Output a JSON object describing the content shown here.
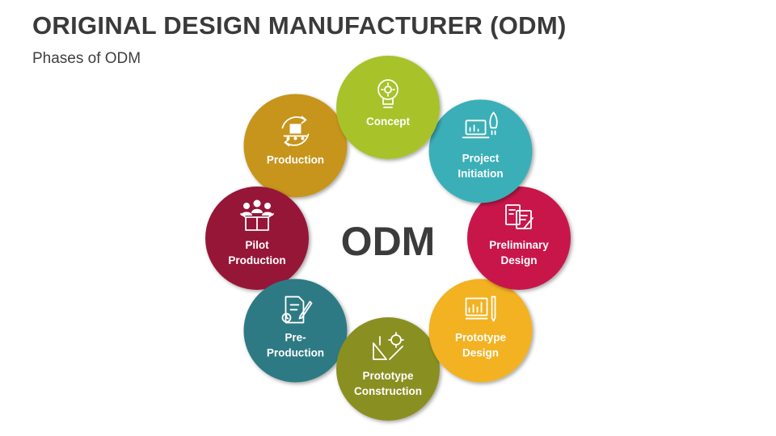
{
  "header": {
    "title": "ORIGINAL DESIGN MANUFACTURER (ODM)",
    "subtitle": "Phases of ODM"
  },
  "center": {
    "label": "ODM"
  },
  "phases": [
    {
      "lines": [
        "Concept"
      ],
      "color": "#A8C22C",
      "icon": "lightbulb-gear-icon"
    },
    {
      "lines": [
        "Project",
        "Initiation"
      ],
      "color": "#3BAFB8",
      "icon": "laptop-rocket-icon"
    },
    {
      "lines": [
        "Preliminary",
        "Design"
      ],
      "color": "#C8194B",
      "icon": "blueprint-documents-icon"
    },
    {
      "lines": [
        "Prototype",
        "Design"
      ],
      "color": "#F2B220",
      "icon": "design-board-icon"
    },
    {
      "lines": [
        "Prototype",
        "Construction"
      ],
      "color": "#8A8F22",
      "icon": "drafting-tools-icon"
    },
    {
      "lines": [
        "Pre-",
        "Production"
      ],
      "color": "#2E7A84",
      "icon": "document-pen-icon"
    },
    {
      "lines": [
        "Pilot",
        "Production"
      ],
      "color": "#961437",
      "icon": "team-box-icon"
    },
    {
      "lines": [
        "Production"
      ],
      "color": "#C7941A",
      "icon": "conveyor-box-icon"
    }
  ]
}
